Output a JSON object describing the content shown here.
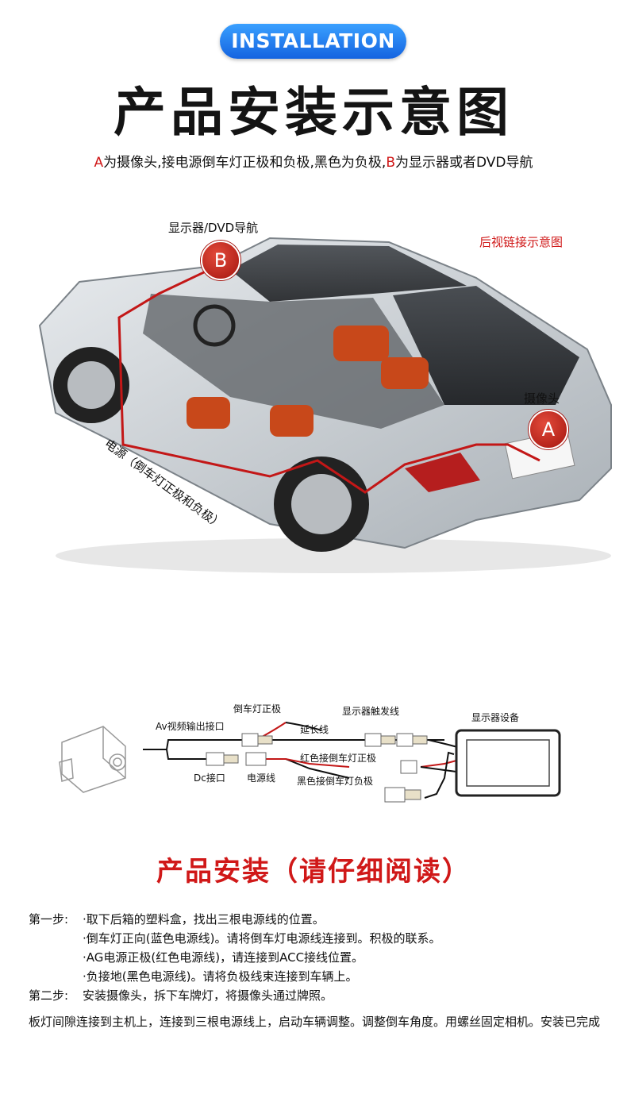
{
  "header": {
    "badge": "INSTALLATION",
    "title": "产品安装示意图",
    "subtitle": {
      "a_letter": "A",
      "part1": "为摄像头,接电源倒车灯正极和负极,黑色为负极,",
      "b_letter": "B",
      "part2": "为显示器或者DVD导航"
    }
  },
  "car_diagram": {
    "display_label": "显示器/DVD导航",
    "marker_b": "B",
    "rearview_label": "后视链接示意图",
    "camera_label": "摄像头",
    "marker_a": "A",
    "power_label": "电源（倒车灯正极和负极）"
  },
  "wiring": {
    "reverse_positive": "倒车灯正极",
    "trigger_wire": "显示器触发线",
    "display_device": "显示器设备",
    "av_output": "Av视频输出接口",
    "extension_wire": "延长线",
    "red_wire": "红色接倒车灯正极",
    "dc_port": "Dc接口",
    "power_wire": "电源线",
    "black_wire": "黑色接倒车灯负极"
  },
  "install": {
    "title": "产品安装（请仔细阅读）",
    "step1_label": "第一步:",
    "step1_items": [
      "·取下后箱的塑料盒，找出三根电源线的位置。",
      "·倒车灯正向(蓝色电源线)。请将倒车灯电源线连接到。积极的联系。",
      "·AG电源正极(红色电源线)，请连接到ACC接线位置。",
      "·负接地(黑色电源线)。请将负极线束连接到车辆上。"
    ],
    "step2_label": "第二步:",
    "step2_text": "安装摄像头，拆下车牌灯，将摄像头通过牌照。",
    "paragraph": "板灯间隙连接到主机上，连接到三根电源线上，启动车辆调整。调整倒车角度。用螺丝固定相机。安装已完成"
  }
}
